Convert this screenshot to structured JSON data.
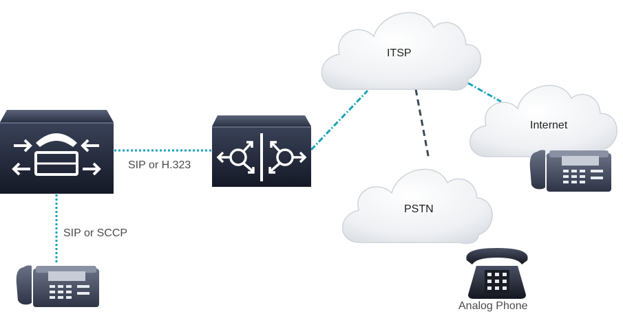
{
  "diagram": {
    "nodes": {
      "call_manager": {
        "kind": "call-manager-router"
      },
      "voice_gateway": {
        "kind": "voice-gateway-router"
      },
      "itsp": {
        "kind": "cloud",
        "label": "ITSP"
      },
      "internet": {
        "kind": "cloud",
        "label": "Internet"
      },
      "pstn": {
        "kind": "cloud",
        "label": "PSTN"
      },
      "ip_phone_left": {
        "kind": "ip-phone"
      },
      "ip_phone_internet": {
        "kind": "ip-phone"
      },
      "analog_phone": {
        "kind": "analog-phone",
        "label": "Analog Phone"
      }
    },
    "links": [
      {
        "from": "call_manager",
        "to": "voice_gateway",
        "style": "dotted",
        "color": "#17a2b8",
        "label": "SIP or H.323"
      },
      {
        "from": "call_manager",
        "to": "ip_phone_left",
        "style": "dotted",
        "color": "#17a2b8",
        "label": "SIP or SCCP"
      },
      {
        "from": "voice_gateway",
        "to": "itsp",
        "style": "dash-dot",
        "color": "#17a2b8"
      },
      {
        "from": "itsp",
        "to": "internet",
        "style": "dash-dot",
        "color": "#17a2b8"
      },
      {
        "from": "itsp",
        "to": "pstn",
        "style": "dashed",
        "color": "#3b4a5a"
      }
    ],
    "colors": {
      "device_dark": "#1e2433",
      "device_light": "#3a4258",
      "link_cyan": "#17a2b8",
      "link_navy": "#3b4a5a",
      "cloud_fill": "#f1f3f6",
      "cloud_stroke": "#c9ced6"
    }
  }
}
